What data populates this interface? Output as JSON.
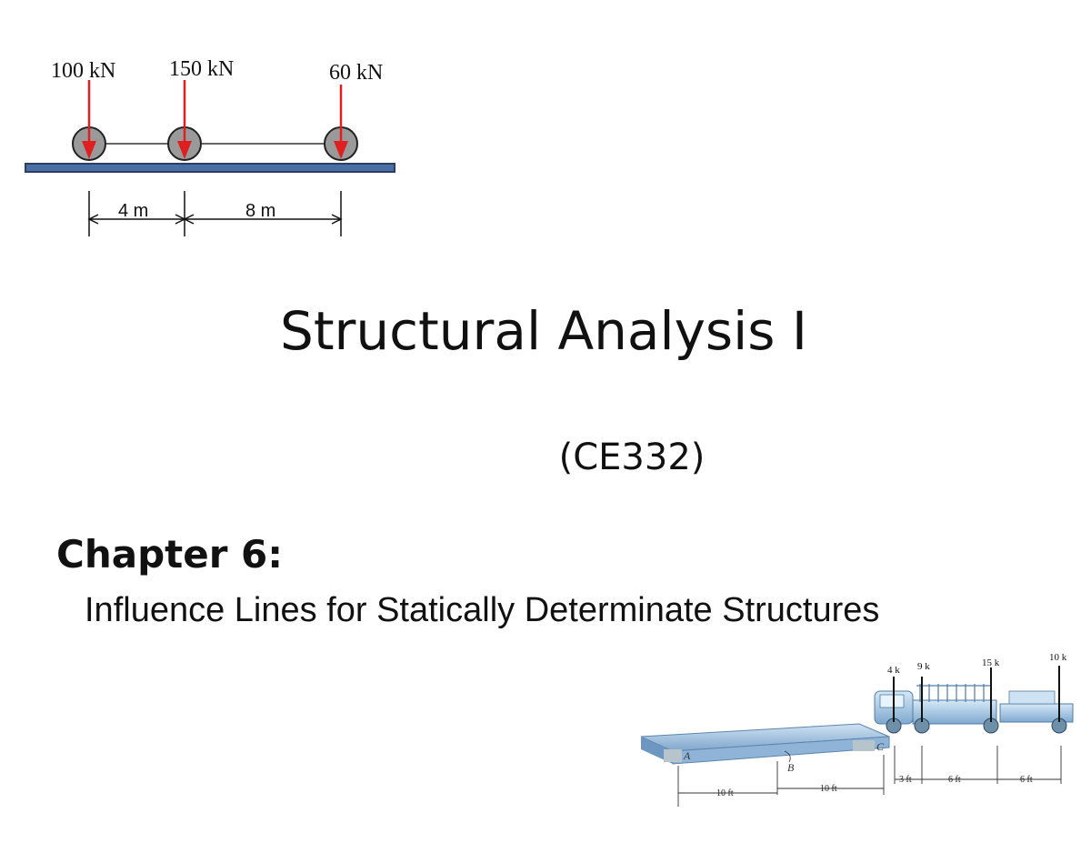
{
  "slide": {
    "title": "Structural Analysis I",
    "course_code": "(CE332)",
    "chapter_label": "Chapter 6:",
    "chapter_subtitle": "Influence Lines for Statically Determinate Structures"
  },
  "load_diagram": {
    "loads": [
      "100 kN",
      "150 kN",
      "60 kN"
    ],
    "spacings": [
      "4 m",
      "8 m"
    ],
    "colors": {
      "load_arrow": "#e02020",
      "beam": "#4a6fa5",
      "wheel": "#9a9a9a"
    }
  },
  "bridge_figure": {
    "loads": [
      "4 k",
      "9 k",
      "15 k",
      "10 k"
    ],
    "points": [
      "A",
      "B",
      "C"
    ],
    "dimensions": [
      "10 ft",
      "10 ft",
      "3 ft",
      "6 ft",
      "6 ft"
    ],
    "colors": {
      "girder": "#8fb4d8",
      "truck": "#9cc3e3"
    }
  }
}
